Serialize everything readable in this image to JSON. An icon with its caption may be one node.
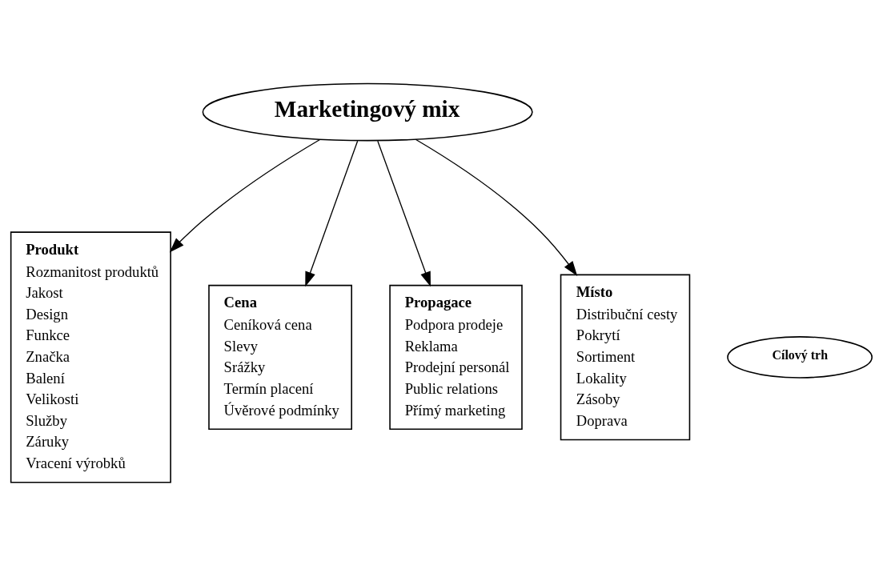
{
  "diagram": {
    "nodes": [
      {
        "text": [
          "Marketingový mix"
        ]
      },
      {
        "text": [
          "Produkt",
          "Rozmanitost produktů",
          "Jakost",
          "Design",
          "Funkce",
          "Značka",
          "Balení",
          "Velikosti",
          "Služby",
          "Záruky",
          "Vracení výrobků"
        ]
      },
      {
        "text": [
          "Cílový trh"
        ]
      },
      {
        "text": [
          "Cena",
          "Ceníková cena",
          "Slevy",
          "Srážky",
          "Termín placení",
          "Úvěrové podmínky"
        ]
      },
      {
        "text": [
          "Propagace",
          "Podpora prodeje",
          "Reklama",
          "Prodejní personál",
          "Public relations",
          "Přímý marketing"
        ]
      },
      {
        "text": [
          "Místo",
          "Distribuční cesty",
          "Pokrytí",
          "Sortiment",
          "Lokality",
          "Zásoby",
          "Doprava"
        ]
      }
    ],
    "edges": [
      {
        "from": 0,
        "to": 1,
        "arrow": "to"
      },
      {
        "from": 0,
        "to": 3,
        "arrow": "to"
      },
      {
        "from": 0,
        "to": 4,
        "arrow": "to"
      },
      {
        "from": 0,
        "to": 5,
        "arrow": "to"
      }
    ]
  }
}
